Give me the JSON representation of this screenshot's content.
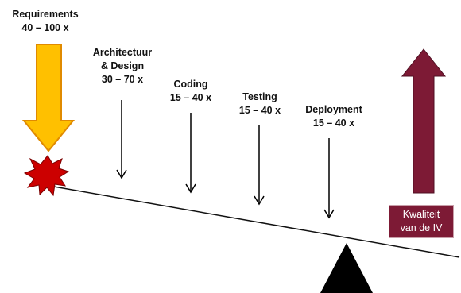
{
  "phases": [
    {
      "name": "Requirements",
      "factor": "40 – 100 x"
    },
    {
      "name_line1": "Architectuur",
      "name_line2": "& Design",
      "factor": "30 – 70 x"
    },
    {
      "name": "Coding",
      "factor": "15 – 40 x"
    },
    {
      "name": "Testing",
      "factor": "15 – 40 x"
    },
    {
      "name": "Deployment",
      "factor": "15 – 40 x"
    }
  ],
  "quality_box": {
    "line1": "Kwaliteit",
    "line2": "van de IV"
  },
  "colors": {
    "requirements_arrow": "#ffc000",
    "quality_arrow": "#7d1a35",
    "burst": "#cc0000",
    "fulcrum": "#000000"
  }
}
